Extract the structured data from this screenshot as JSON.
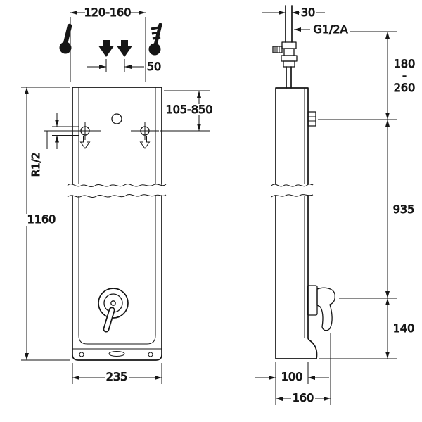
{
  "drawing": {
    "kind": "sanitary-panel-dimension-drawing",
    "front_view": {
      "hole_spacing": "120-160",
      "inlet_spacing": "50",
      "mounting_height": "105-850",
      "thread": "R1/2",
      "total_height": "1160",
      "width": "235"
    },
    "side_view": {
      "pipe_offset": "30",
      "connection_thread": "G1/2A",
      "riser_min": "180",
      "riser_separator": "-",
      "riser_max": "260",
      "body_height": "935",
      "handle_height": "140",
      "depth": "100",
      "depth_with_handle": "160"
    },
    "icons": {
      "temperature": "thermometer-icon",
      "key": "key-icon",
      "flow": "down-arrow-icon"
    },
    "colors": {
      "line": "#161616",
      "background": "#ffffff"
    }
  }
}
